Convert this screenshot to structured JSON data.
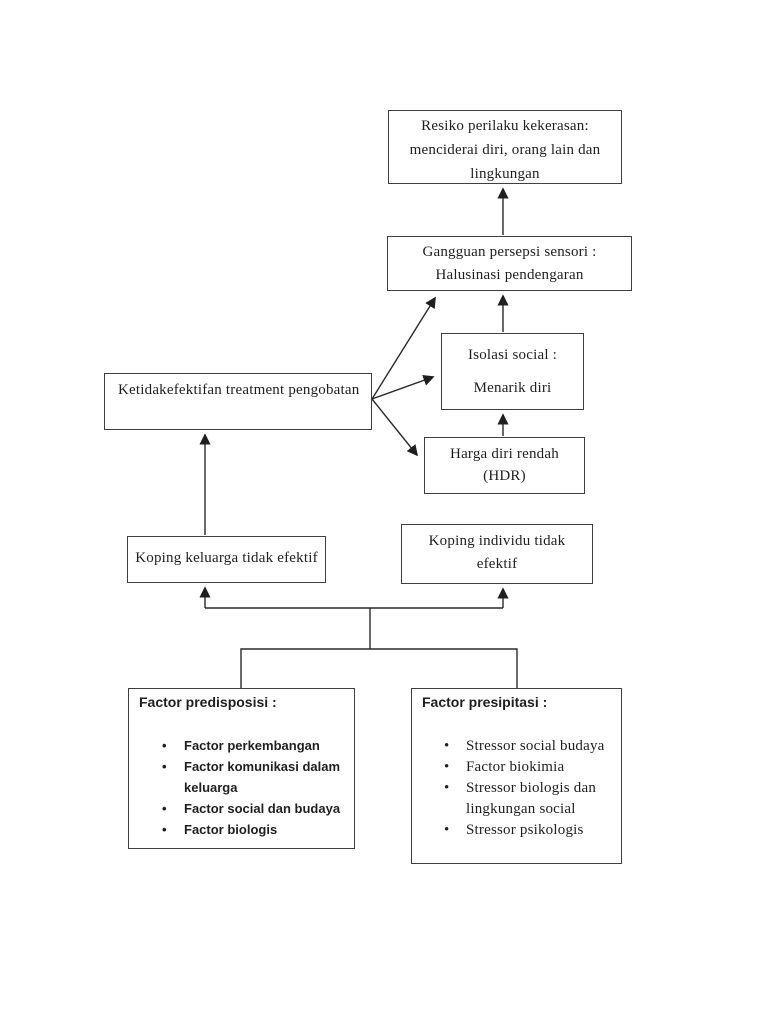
{
  "colors": {
    "background": "#ffffff",
    "ink": "#1f1f1f",
    "box_border": "#3f3f3f",
    "arrow": "#2a2a2a"
  },
  "icons": {
    "bullet": "•"
  },
  "nodes": {
    "resiko": {
      "text": "Resiko perilaku kekerasan:\nmenciderai diri, orang lain dan\nlingkungan"
    },
    "gangguan": {
      "text": "Gangguan persepsi sensori :\nHalusinasi pendengaran"
    },
    "isolasi": {
      "text": "Isolasi social :\nMenarik diri"
    },
    "treatment": {
      "text": "Ketidakefektifan treatment pengobatan"
    },
    "hdr": {
      "text": "Harga diri rendah\n(HDR)"
    },
    "koping_keluarga": {
      "text": "Koping keluarga tidak efektif"
    },
    "koping_individu": {
      "text": "Koping individu tidak\nefektif"
    },
    "factor_predisposisi": {
      "title": "Factor predisposisi :",
      "items": [
        "Factor perkembangan",
        "Factor komunikasi dalam keluarga",
        "Factor social dan budaya",
        "Factor biologis"
      ]
    },
    "factor_presipitasi": {
      "title": "Factor presipitasi :",
      "items": [
        "Stressor social budaya",
        "Factor biokimia",
        "Stressor biologis dan lingkungan social",
        "Stressor psikologis"
      ]
    }
  }
}
